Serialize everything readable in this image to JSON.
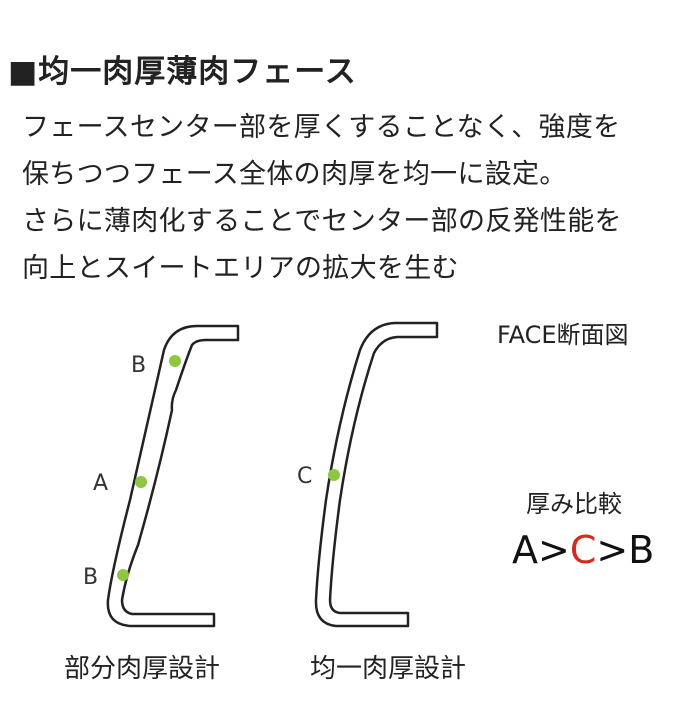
{
  "heading": "■均一肉厚薄肉フェース",
  "description": [
    "フェースセンター部を厚くすることなく、強度を",
    "保ちつつフェース全体の肉厚を均一に設定。",
    "さらに薄肉化することでセンター部の反発性能を",
    "向上とスイートエリアの拡大を生む"
  ],
  "diagram_title": "FACE断面図",
  "left_profile": {
    "points": {
      "top": "B",
      "middle": "A",
      "bottom": "B"
    },
    "caption": "部分肉厚設計"
  },
  "right_profile": {
    "points": {
      "middle": "C"
    },
    "caption": "均一肉厚設計"
  },
  "comparison": {
    "title": "厚み比較",
    "expression": {
      "a": "A",
      "gt1": ">",
      "c": "C",
      "gt2": ">",
      "b": "B"
    }
  },
  "colors": {
    "point": "#8dc63f",
    "highlight": "#d42a1f",
    "outline": "#222222"
  }
}
